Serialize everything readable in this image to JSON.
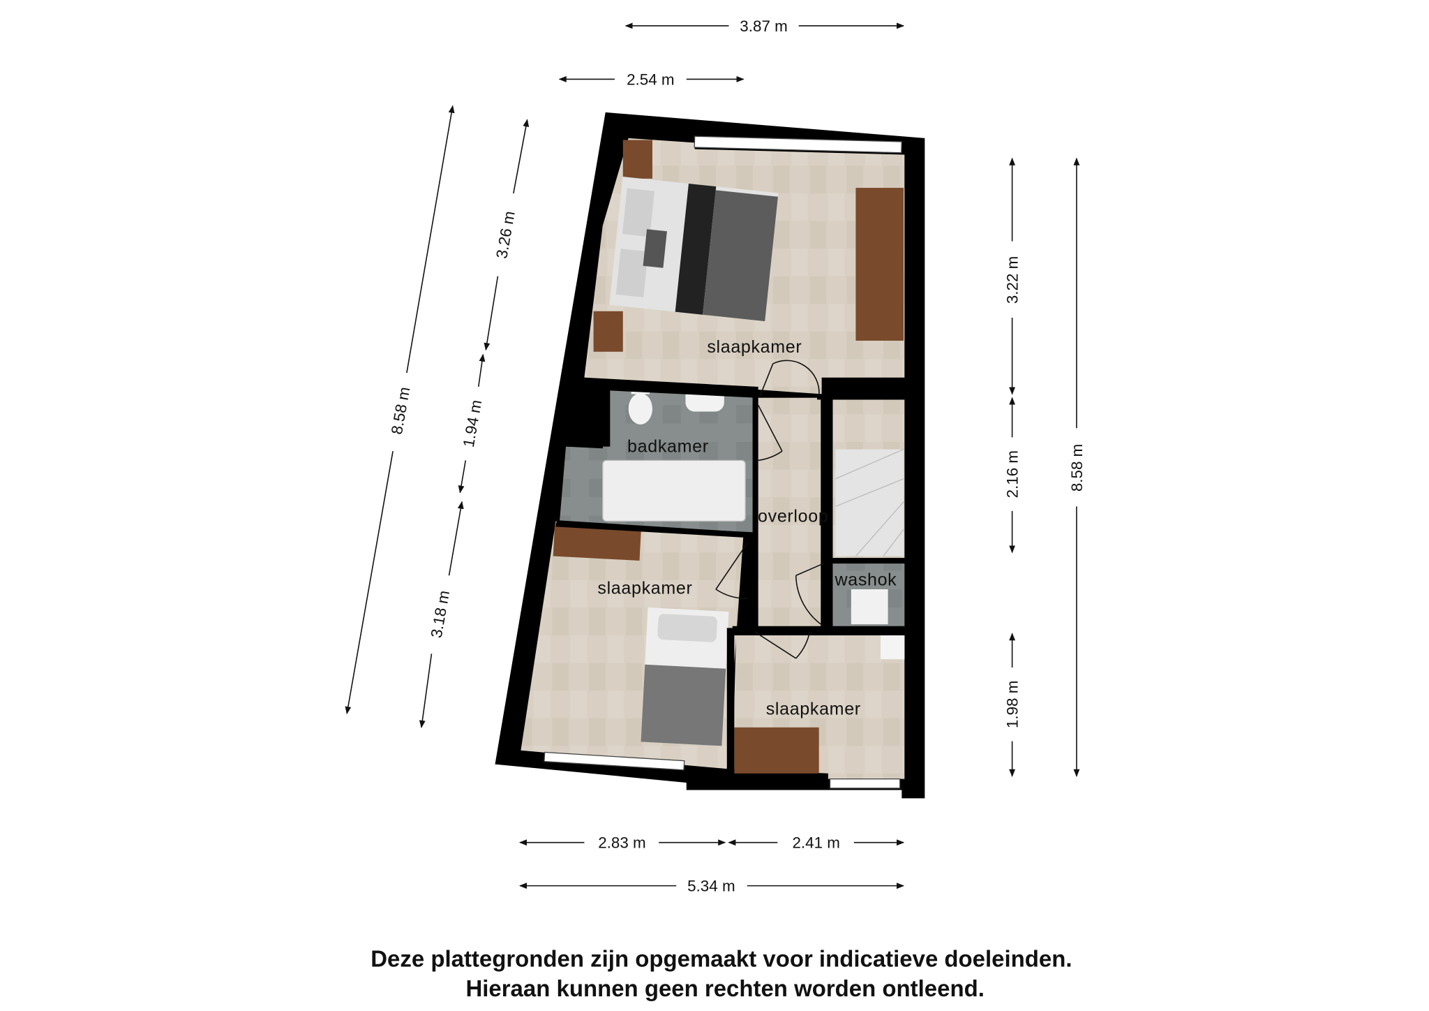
{
  "dimensions": {
    "top_overall": "3.87 m",
    "top_partial": "2.54 m",
    "left_overall": "8.58 m",
    "left_segment_1": "3.26 m",
    "left_segment_2": "1.94 m",
    "left_segment_3": "3.18 m",
    "right_segment_1": "3.22 m",
    "right_segment_2": "2.16 m",
    "right_segment_3": "1.98 m",
    "right_overall": "8.58 m",
    "bottom_left": "2.83 m",
    "bottom_right": "2.41 m",
    "bottom_overall": "5.34 m"
  },
  "rooms": {
    "master_bedroom": "slaapkamer",
    "bathroom": "badkamer",
    "landing": "overloop",
    "laundry": "washok",
    "bedroom_2": "slaapkamer",
    "bedroom_3": "slaapkamer"
  },
  "disclaimer": {
    "line1": "Deze plattegronden zijn opgemaakt voor indicatieve doeleinden.",
    "line2": "Hieraan kunnen geen rechten worden ontleend."
  },
  "colors": {
    "wall": "#000000",
    "floor_wood": "#d8cfc1",
    "floor_tile": "#868d8c",
    "furniture_wood": "#7a4a2c"
  }
}
